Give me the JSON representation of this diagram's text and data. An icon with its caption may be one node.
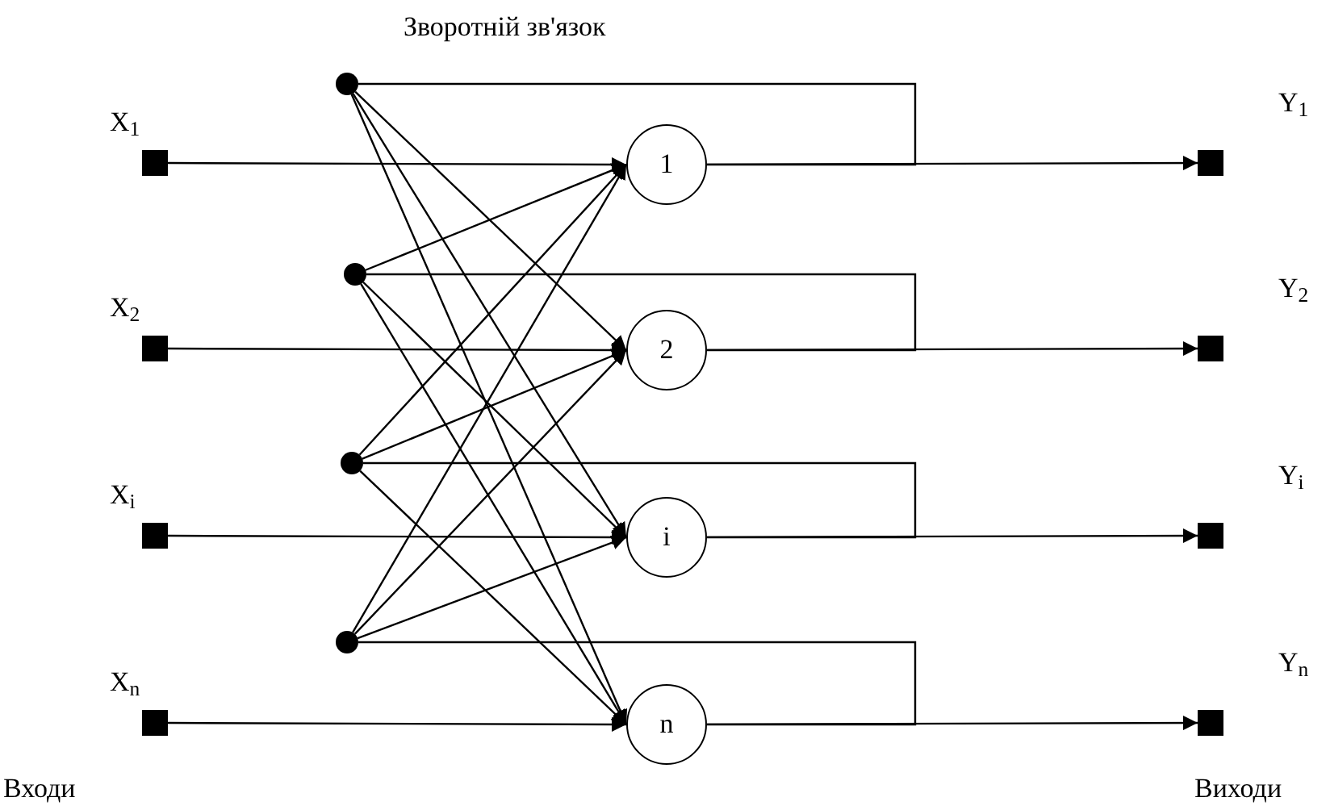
{
  "diagram": {
    "nodes": [
      {
        "text": [],
        "shape": "box",
        "beside": [
          "X$_{1}$"
        ]
      },
      {
        "text": [],
        "shape": "box",
        "beside": [
          "X$_{2}$"
        ]
      },
      {
        "text": [],
        "shape": "box",
        "beside": [
          "X$_{i}$"
        ]
      },
      {
        "text": [],
        "shape": "box",
        "beside": [
          "X$_{n}$"
        ]
      },
      {
        "text": [],
        "shape": "circle"
      },
      {
        "text": [],
        "shape": "circle"
      },
      {
        "text": [],
        "shape": "circle"
      },
      {
        "text": [],
        "shape": "circle"
      },
      {
        "text": [
          "1"
        ]
      },
      {
        "text": [
          "2"
        ]
      },
      {
        "text": [
          "i"
        ]
      },
      {
        "text": [
          "n"
        ]
      },
      {
        "text": [],
        "shape": "box",
        "beside": [
          "Y$_{1}$"
        ]
      },
      {
        "text": [],
        "shape": "box",
        "beside": [
          "Y$_{2}$"
        ]
      },
      {
        "text": [],
        "shape": "box",
        "beside": [
          "Y$_{i}$"
        ]
      },
      {
        "text": [],
        "shape": "box",
        "beside": [
          "Y$_{n}$"
        ]
      }
    ],
    "edges": [
      {
        "from": 0,
        "to": 8,
        "arrow": "to"
      },
      {
        "from": 1,
        "to": 9,
        "arrow": "to"
      },
      {
        "from": 2,
        "to": 10,
        "arrow": "to"
      },
      {
        "from": 3,
        "to": 11,
        "arrow": "to"
      },
      {
        "from": 8,
        "to": 12,
        "arrow": "to"
      },
      {
        "from": 9,
        "to": 13,
        "arrow": "to"
      },
      {
        "from": 10,
        "to": 14,
        "arrow": "to"
      },
      {
        "from": 11,
        "to": 15,
        "arrow": "to"
      },
      {
        "from": 8,
        "to": 4,
        "arrow": "none"
      },
      {
        "from": 9,
        "to": 5,
        "arrow": "none"
      },
      {
        "from": 10,
        "to": 6,
        "arrow": "none"
      },
      {
        "from": 11,
        "to": 7,
        "arrow": "none"
      },
      {
        "from": 4,
        "to": 9,
        "arrow": "to"
      },
      {
        "from": 4,
        "to": 10,
        "arrow": "to"
      },
      {
        "from": 4,
        "to": 11,
        "arrow": "to"
      },
      {
        "from": 5,
        "to": 8,
        "arrow": "to"
      },
      {
        "from": 5,
        "to": 10,
        "arrow": "to"
      },
      {
        "from": 5,
        "to": 11,
        "arrow": "to"
      },
      {
        "from": 6,
        "to": 8,
        "arrow": "to"
      },
      {
        "from": 6,
        "to": 9,
        "arrow": "to"
      },
      {
        "from": 6,
        "to": 11,
        "arrow": "to"
      },
      {
        "from": 7,
        "to": 8,
        "arrow": "to"
      },
      {
        "from": 7,
        "to": 9,
        "arrow": "to"
      },
      {
        "from": 7,
        "to": 10,
        "arrow": "to"
      }
    ],
    "labels": [
      "Зворотній зв'язок",
      "Входи",
      "Виходи"
    ]
  }
}
